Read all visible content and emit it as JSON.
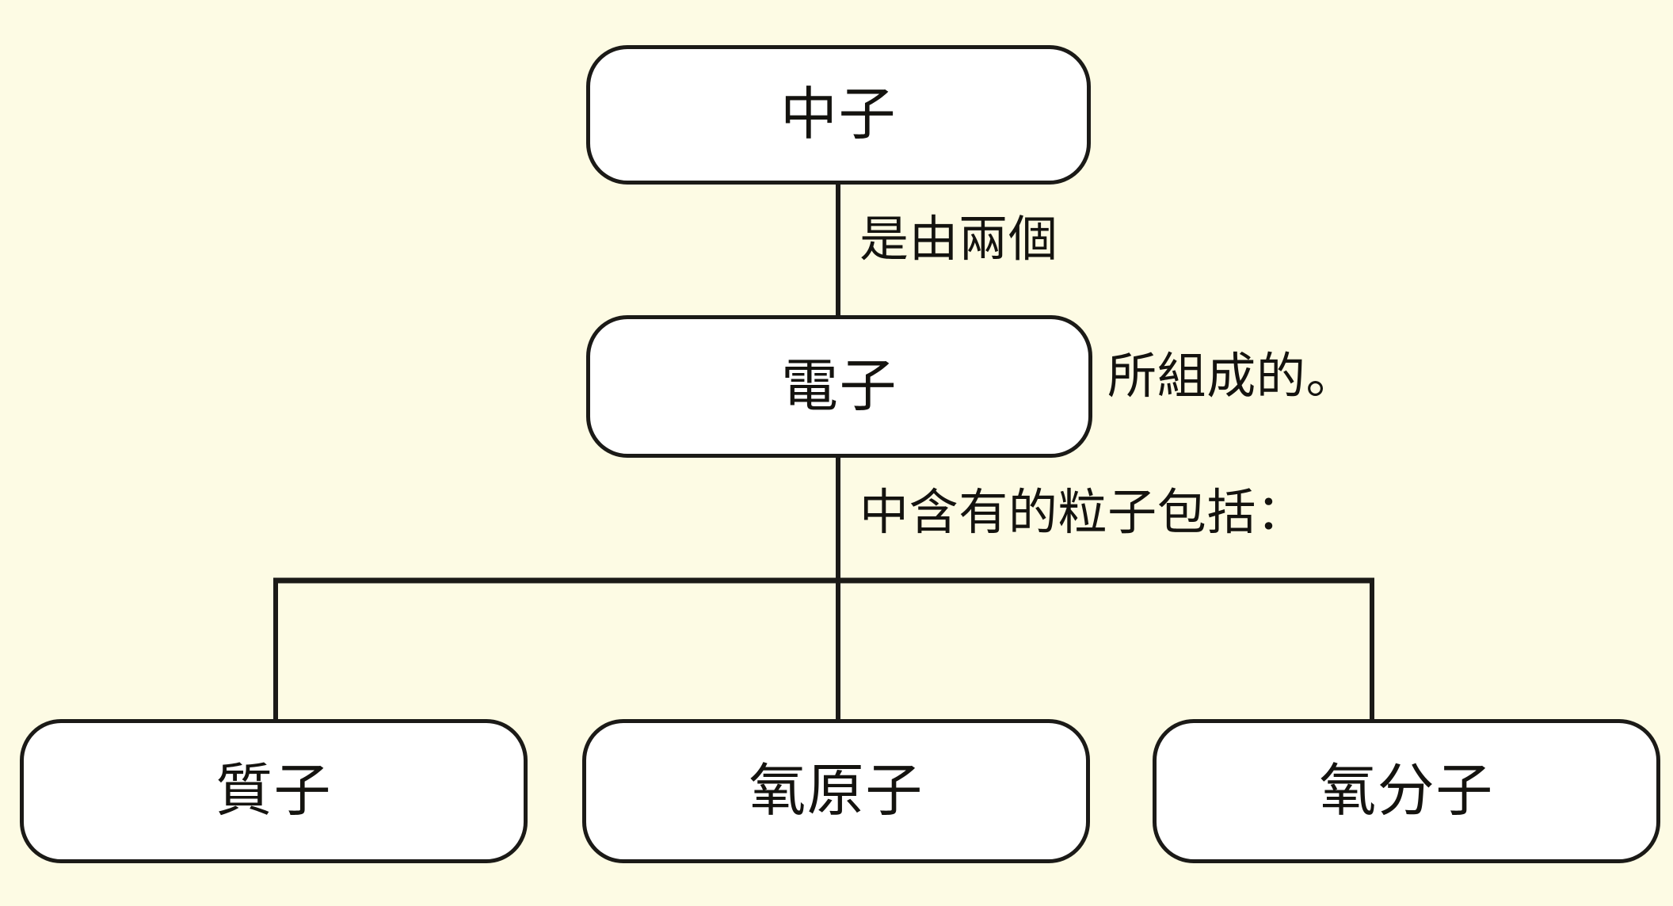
{
  "diagram": {
    "background_color": "#fdfbe4",
    "node_fill_color": "#ffffff",
    "node_border_color": "#1b1a17",
    "text_color": "#14130f",
    "nodes": [
      {
        "id": "neutron",
        "label": "中子",
        "role": "root"
      },
      {
        "id": "electron",
        "label": "電子",
        "role": "child"
      },
      {
        "id": "proton",
        "label": "質子",
        "role": "leaf"
      },
      {
        "id": "oxygen-atom",
        "label": "氧原子",
        "role": "leaf"
      },
      {
        "id": "oxygen-molecule",
        "label": "氧分子",
        "role": "leaf"
      }
    ],
    "edge_labels": {
      "neutron_to_electron_part1": "是由兩個",
      "neutron_to_electron_part2": "所組成的。",
      "electron_to_particles": "中含有的粒子包括："
    }
  }
}
